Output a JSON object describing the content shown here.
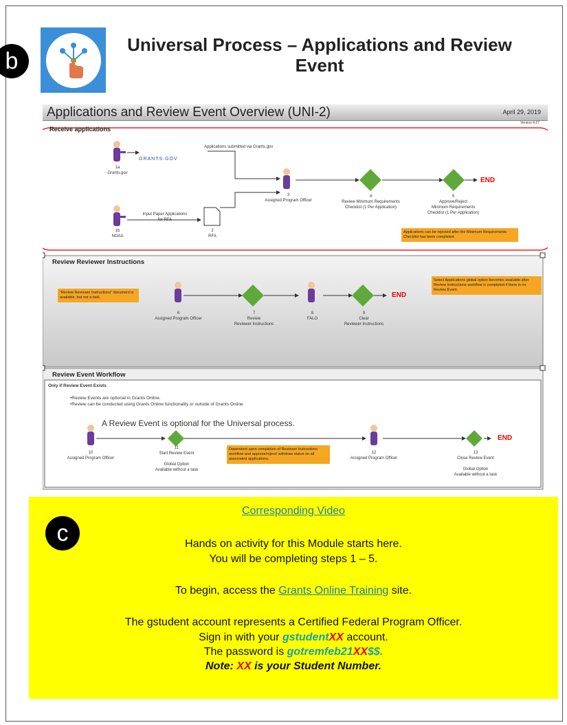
{
  "badges": {
    "b": "b",
    "c": "c"
  },
  "header": {
    "title_line1": "Universal Process – Applications and Review",
    "title_line2": "Event"
  },
  "overview": {
    "title": "Applications and Review Event Overview (UNI-2)",
    "date": "April 29, 2019",
    "version": "Version 4.27"
  },
  "lane1": {
    "label": "Receive applications",
    "grants_logo": "GRANTS.GOV",
    "submitted_label": "Applications submitted via Grants.gov",
    "actor_1a": "1a\nGrants.gov",
    "actor_1b": "1b\nNOAA",
    "input_paper": "Input Paper Applications\nfor RFA",
    "doc_2": "2\nRFA",
    "actor_3": "3\nAssigned Program Officer",
    "step_4": "4\nReview Minimum Requirements\nChecklist (1 Per Application)",
    "step_5": "5\nApprove/Reject\nMinimum Requirements\nChecklist (1 Per Application)",
    "end": "END",
    "note": "Applications can be rejected after the Minimum Requirements Checklist has been completed."
  },
  "lane2": {
    "label": "Review Reviewer Instructions",
    "note_left": "\"Review Reviewer Instructions\" document is available, but not a task.",
    "actor_6": "6\nAssigned Program Officer",
    "step_7": "7\nReview\nReviewer Instructions",
    "step_8": "8\nFALO",
    "step_9": "9\nClear\nReviewer Instructions",
    "end": "END",
    "note_right": "Select Applications global option becomes available after Review Instructions workflow is completed if there is no Review Event."
  },
  "lane3": {
    "label": "Review Event Workflow",
    "only_if": "Only if Review Event Exists",
    "bullet1": "•Review Events are optional in Grants Online.",
    "bullet2": "•Review can be conducted using Grants Online functionality or outside of Grants Online",
    "optional_text": "A Review Event is optional for the Universal process.",
    "actor_10": "10\nAssigned Program Officer",
    "step_11": "11\nStart Review Event\n\nGlobal Option\nAvailable without a task",
    "note": "Dependent upon completion of Reviewer Instructions workflow and approve/reject/ withdraw status on all associated applications.",
    "actor_12": "12\nAssigned Program Officer",
    "step_13": "13\nClose Review Event\n\nGlobal Option\nAvailable without a task",
    "end": "END"
  },
  "activity": {
    "video_link": "Corresponding Video",
    "line1": "Hands on activity for this Module starts here.",
    "line2": "You will be completing steps 1 – 5.",
    "begin_pre": "To begin, access the ",
    "training_link": "Grants Online Training",
    "begin_post": " site.",
    "account_line": "The gstudent account represents a Certified Federal Program Officer.",
    "signin_pre": "Sign in  with your ",
    "signin_acct": "gstudent",
    "signin_xx": "XX",
    "signin_post": " account.",
    "pw_pre": "The password is ",
    "pw_a": "gotremfeb21",
    "pw_xx": "XX",
    "pw_b": "$$.",
    "note_pre": "Note: ",
    "note_xx": "XX",
    "note_post": " is your Student Number."
  },
  "colors": {
    "yellow": "#ffff00",
    "orange_note": "#f5a623",
    "diamond": "#5fa83a",
    "actor": "#6a3d9a",
    "end_red": "#ee0000",
    "link": "#1a7fa6"
  }
}
